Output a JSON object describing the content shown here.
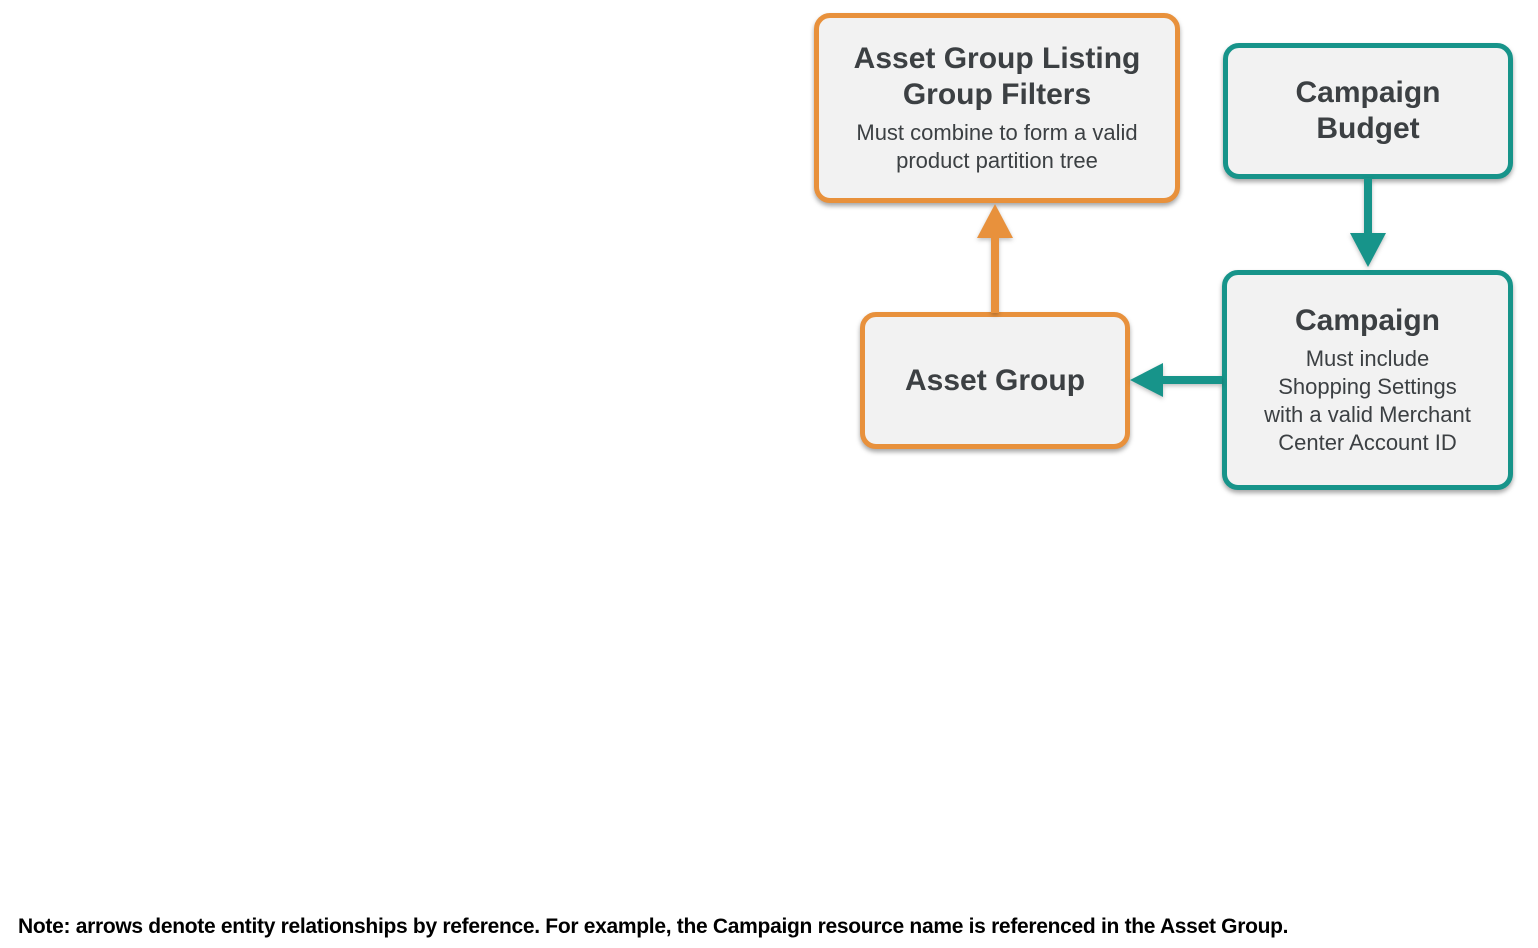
{
  "colors": {
    "orange": "#E8913C",
    "teal": "#17948A",
    "box_fill": "#F2F2F2",
    "title_text": "#3C4043",
    "subtitle_text": "#3C4043",
    "note_text": "#000000",
    "background": "#FFFFFF"
  },
  "nodes": {
    "asset_group_listing_group_filters": {
      "title": "Asset Group Listing Group Filters",
      "title_lines": [
        "Asset Group Listing",
        "Group Filters"
      ],
      "subtitle": "Must combine to form a valid product partition tree",
      "subtitle_lines": [
        "Must combine to form a valid",
        "product partition tree"
      ],
      "border_color": "#E8913C"
    },
    "campaign_budget": {
      "title": "Campaign Budget",
      "title_lines": [
        "Campaign",
        "Budget"
      ],
      "border_color": "#17948A"
    },
    "campaign": {
      "title": "Campaign",
      "subtitle": "Must include Shopping Settings with a valid Merchant Center Account ID",
      "subtitle_lines": [
        "Must include",
        "Shopping Settings",
        "with a valid Merchant",
        "Center Account ID"
      ],
      "border_color": "#17948A"
    },
    "asset_group": {
      "title": "Asset Group",
      "border_color": "#E8913C"
    }
  },
  "edges": [
    {
      "from": "asset_group",
      "to": "asset_group_listing_group_filters",
      "color": "#E8913C",
      "direction": "up"
    },
    {
      "from": "campaign_budget",
      "to": "campaign",
      "color": "#17948A",
      "direction": "down"
    },
    {
      "from": "campaign",
      "to": "asset_group",
      "color": "#17948A",
      "direction": "left"
    }
  ],
  "note": {
    "text": "Note: arrows denote entity relationships by reference. For example, the Campaign resource name is referenced in the Asset Group."
  }
}
